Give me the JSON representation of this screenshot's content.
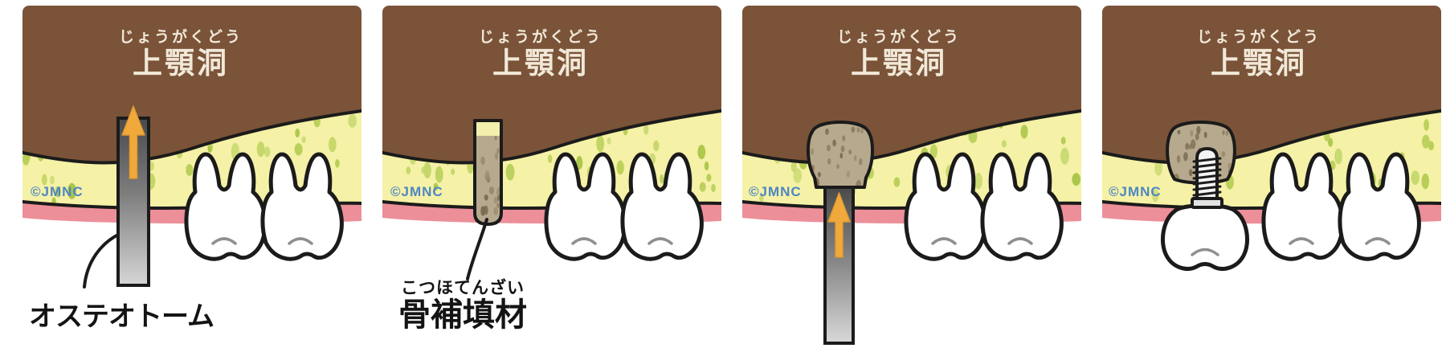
{
  "figure": {
    "panels": [
      {
        "sinus_furigana": "じょうがくどう",
        "sinus_label": "上顎洞",
        "watermark": "©JMNC",
        "caption": "オステオトーム"
      },
      {
        "sinus_furigana": "じょうがくどう",
        "sinus_label": "上顎洞",
        "watermark": "©JMNC",
        "caption_furigana": "こつほてんざい",
        "caption": "骨補填材"
      },
      {
        "sinus_furigana": "じょうがくどう",
        "sinus_label": "上顎洞",
        "watermark": "©JMNC"
      },
      {
        "sinus_furigana": "じょうがくどう",
        "sinus_label": "上顎洞",
        "watermark": "©JMNC"
      }
    ],
    "colors": {
      "sinus_brown": "#7a5338",
      "bone_yellow": "#f5f1a6",
      "bone_speckle_green": "#b7ce55",
      "gum_pink": "#ec8f99",
      "outline_black": "#1b1b1b",
      "graft_tan": "#b7a98e",
      "graft_fleck": "#8d7e60",
      "tool_gray_dark": "#4a4a4a",
      "tool_gray_light": "#d6d6d6",
      "arrow_orange": "#f2a93c",
      "watermark_blue": "#4d86c3",
      "label_black": "#141414",
      "sinus_text_cream": "#f1e8d8",
      "tooth_white": "#ffffff"
    }
  }
}
